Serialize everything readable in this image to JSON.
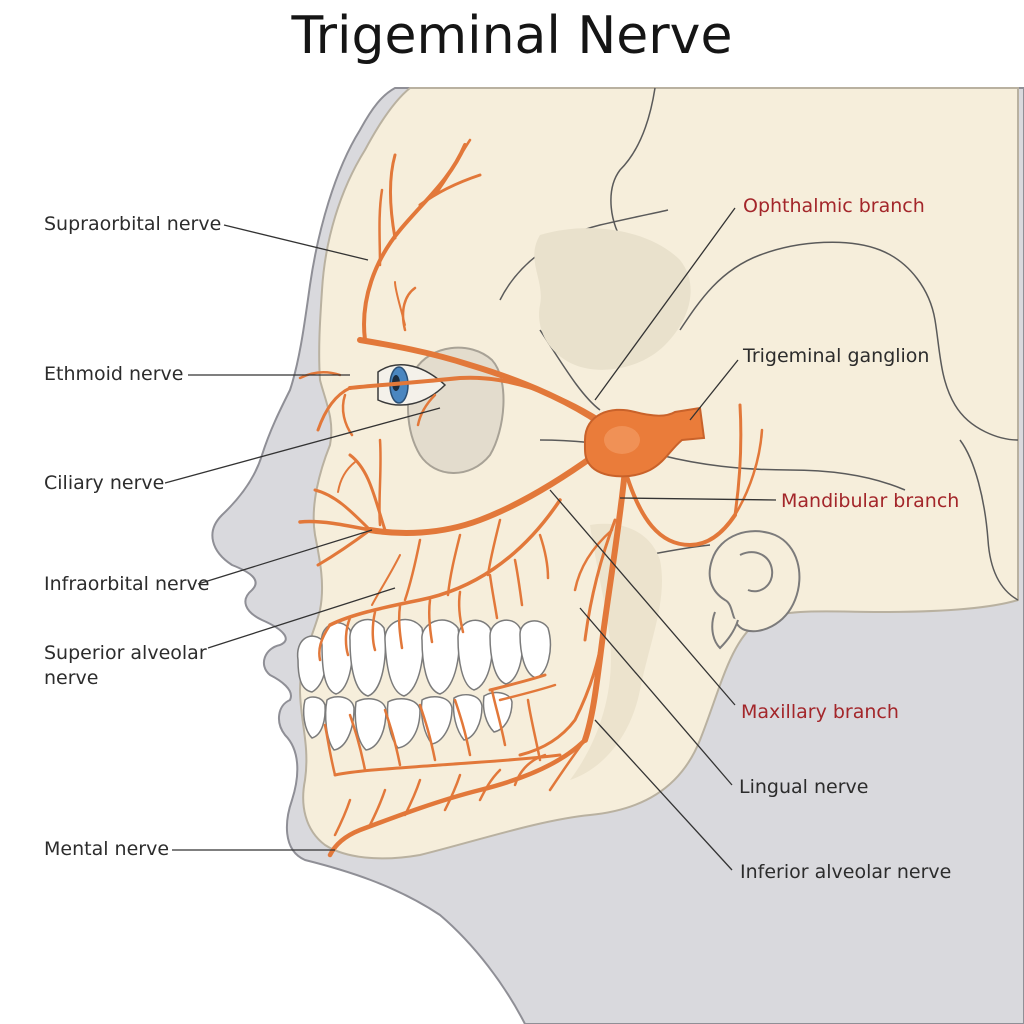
{
  "title": "Trigeminal Nerve",
  "labels": {
    "supraorbital": "Supraorbital nerve",
    "ethmoid": "Ethmoid nerve",
    "ciliary": "Ciliary nerve",
    "infraorbital": "Infraorbital nerve",
    "superior_alveolar_1": "Superior alveolar",
    "superior_alveolar_2": "nerve",
    "mental": "Mental nerve",
    "ophthalmic": "Ophthalmic branch",
    "ganglion": "Trigeminal ganglion",
    "mandibular": "Mandibular branch",
    "maxillary": "Maxillary branch",
    "lingual": "Lingual nerve",
    "inferior_alveolar": "Inferior alveolar nerve"
  },
  "colors": {
    "nerve": "#e2783a",
    "ganglion": "#ea7c3a",
    "skull": "#f6eedb",
    "skin": "#d9d9dd",
    "branch_label": "#a3262a",
    "text": "#2c2c2c"
  }
}
